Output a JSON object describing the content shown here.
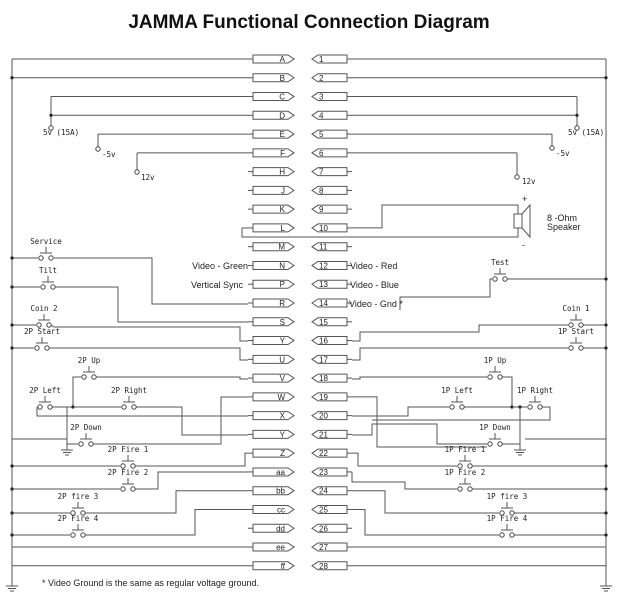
{
  "title": "JAMMA Functional Connection Diagram",
  "footnote": "* Video Ground is the same as regular voltage ground.",
  "connector": {
    "solder_side": [
      "A",
      "B",
      "C",
      "D",
      "E",
      "F",
      "H",
      "J",
      "K",
      "L",
      "M",
      "N",
      "P",
      "R",
      "S",
      "Y",
      "U",
      "V",
      "W",
      "X",
      "Y",
      "Z",
      "aa",
      "bb",
      "cc",
      "dd",
      "ee",
      "ff"
    ],
    "parts_side": [
      "1",
      "2",
      "3",
      "4",
      "5",
      "6",
      "7",
      "8",
      "9",
      "10",
      "11",
      "12",
      "13",
      "14",
      "15",
      "16",
      "17",
      "18",
      "19",
      "20",
      "21",
      "22",
      "23",
      "24",
      "25",
      "26",
      "27",
      "28"
    ]
  },
  "signal_labels": {
    "n": "Video - Green",
    "p": "Vertical Sync",
    "pin12": "Video - Red",
    "pin13": "Video - Blue",
    "pin14": "Video - Gnd *"
  },
  "power_labels": {
    "v5_left": "5v (15A)",
    "v5_right": "5v (15A)",
    "neg5_left": "-5v",
    "neg5_right": "-5v",
    "v12_left": "12v",
    "v12_right": "12v"
  },
  "speaker": {
    "label_line1": "8 -Ohm",
    "label_line2": "Speaker",
    "plus": "+",
    "minus": "-"
  },
  "switches_left": {
    "service": "Service",
    "tilt": "Tilt",
    "coin2": "Coin 2",
    "start2": "2P Start",
    "up2": "2P Up",
    "left2": "2P Left",
    "right2": "2P Right",
    "down2": "2P Down",
    "fire1_2": "2P Fire 1",
    "fire2_2": "2P Fire 2",
    "fire3_2": "2P fire 3",
    "fire4_2": "2P Fire 4"
  },
  "switches_right": {
    "test": "Test",
    "coin1": "Coin 1",
    "start1": "1P Start",
    "up1": "1P Up",
    "left1": "1P Left",
    "right1": "1P Right",
    "down1": "1P Down",
    "fire1_1": "1P Fire 1",
    "fire2_1": "1P Fire 2",
    "fire3_1": "1P fire 3",
    "fire4_1": "1P Fire 4"
  }
}
